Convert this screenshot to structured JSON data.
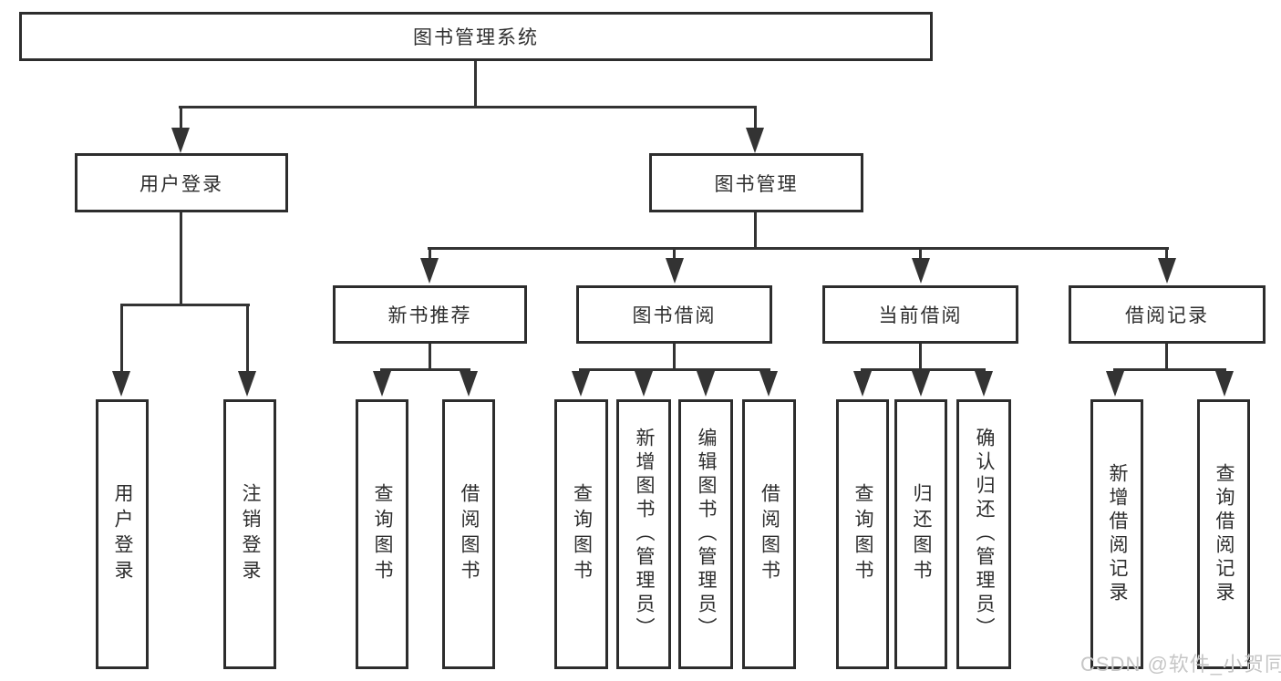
{
  "diagram": {
    "root": {
      "label": "图书管理系统"
    },
    "branches": [
      {
        "label": "用户登录",
        "children": [
          {
            "label": "用户登录"
          },
          {
            "label": "注销登录"
          }
        ]
      },
      {
        "label": "图书管理",
        "sections": [
          {
            "label": "新书推荐",
            "children": [
              {
                "label": "查询图书"
              },
              {
                "label": "借阅图书"
              }
            ]
          },
          {
            "label": "图书借阅",
            "children": [
              {
                "label": "查询图书"
              },
              {
                "label": "新增图书（管理员）"
              },
              {
                "label": "编辑图书（管理员）"
              },
              {
                "label": "借阅图书"
              }
            ]
          },
          {
            "label": "当前借阅",
            "children": [
              {
                "label": "查询图书"
              },
              {
                "label": "归还图书"
              },
              {
                "label": "确认归还（管理员）"
              }
            ]
          },
          {
            "label": "借阅记录",
            "children": [
              {
                "label": "新增借阅记录"
              },
              {
                "label": "查询借阅记录"
              }
            ]
          }
        ]
      }
    ],
    "colors": {
      "line": "#333333",
      "border": "#2d2d2d",
      "text": "#2e2e2e",
      "background": "#ffffff"
    }
  },
  "watermark": {
    "text": "CSDN @软件_小贺同学",
    "color": "#c6c6c6"
  }
}
